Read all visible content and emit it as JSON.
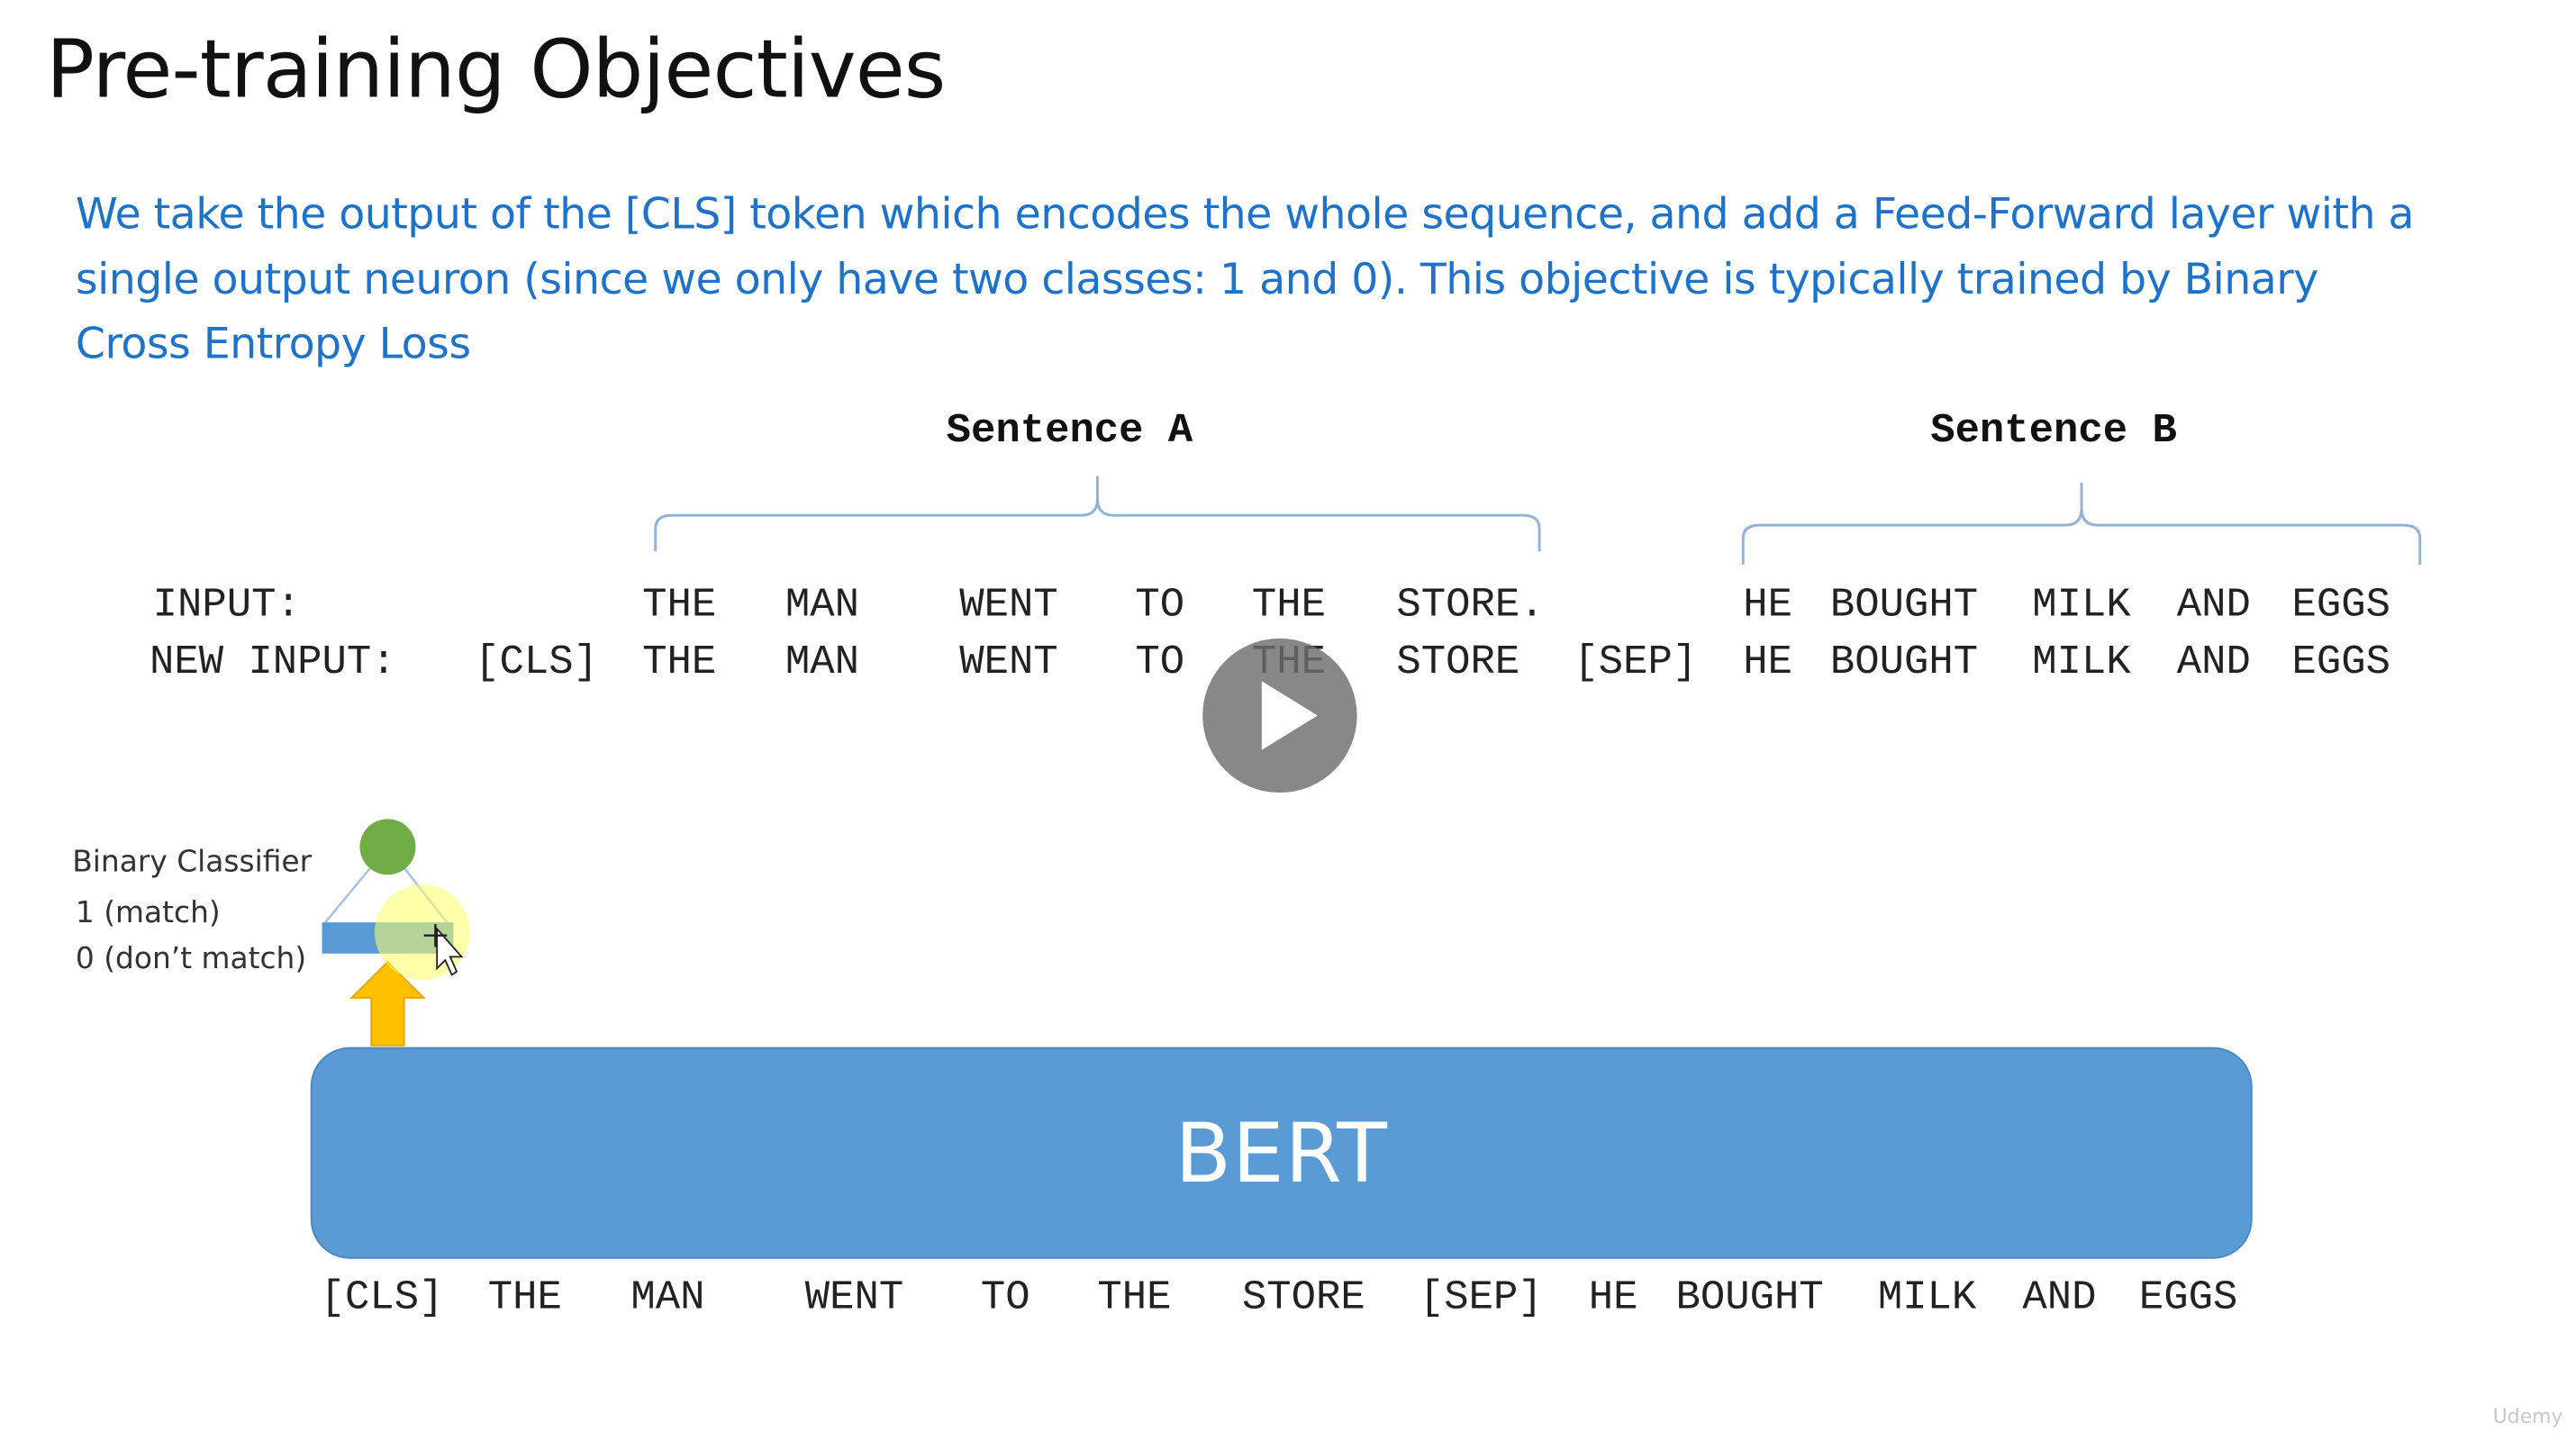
{
  "slide": {
    "title": "Pre-training Objectives",
    "description": "We take the output of the [CLS] token which encodes the whole sequence, and add a Feed-Forward layer with a single output neuron (since we only have two classes: 1 and 0). This objective is typically trained by Binary Cross Entropy Loss",
    "sentence_a_label": "Sentence A",
    "sentence_b_label": "Sentence B",
    "input_label": "INPUT:",
    "new_input_label": "NEW INPUT:",
    "input_tokens": {
      "the1": "THE",
      "man": "MAN",
      "went": "WENT",
      "to": "TO",
      "the2": "THE",
      "store_dot": "STORE.",
      "he": "HE",
      "bought": "BOUGHT",
      "milk": "MILK",
      "and": "AND",
      "eggs": "EGGS"
    },
    "new_input_tokens": {
      "cls": "[CLS]",
      "the1": "THE",
      "man": "MAN",
      "went": "WENT",
      "to": "TO",
      "the2": "THE",
      "store": "STORE",
      "sep": "[SEP]",
      "he": "HE",
      "bought": "BOUGHT",
      "milk": "MILK",
      "and": "AND",
      "eggs": "EGGS"
    },
    "classifier": {
      "title": "Binary Classifier",
      "match": "1 (match)",
      "no_match": "0 (don’t match)"
    },
    "bert_label": "BERT",
    "bottom_tokens": {
      "cls": "[CLS]",
      "the1": "THE",
      "man": "MAN",
      "went": "WENT",
      "to": "TO",
      "the2": "THE",
      "store": "STORE",
      "sep": "[SEP]",
      "he": "HE",
      "bought": "BOUGHT",
      "milk": "MILK",
      "and": "AND",
      "eggs": "EGGS"
    }
  },
  "player": {
    "watermark": "Udemy"
  },
  "colors": {
    "description_text": "#1e73c8",
    "brace": "#8fb3d9",
    "bert_fill": "#5b9bd5",
    "neuron": "#70ad47",
    "arrow": "#ffc000",
    "layer_bar": "#5b9bd5",
    "cursor_highlight": "#ffff66"
  },
  "icons": {
    "play": "play-icon",
    "cursor": "move-cursor-icon"
  }
}
